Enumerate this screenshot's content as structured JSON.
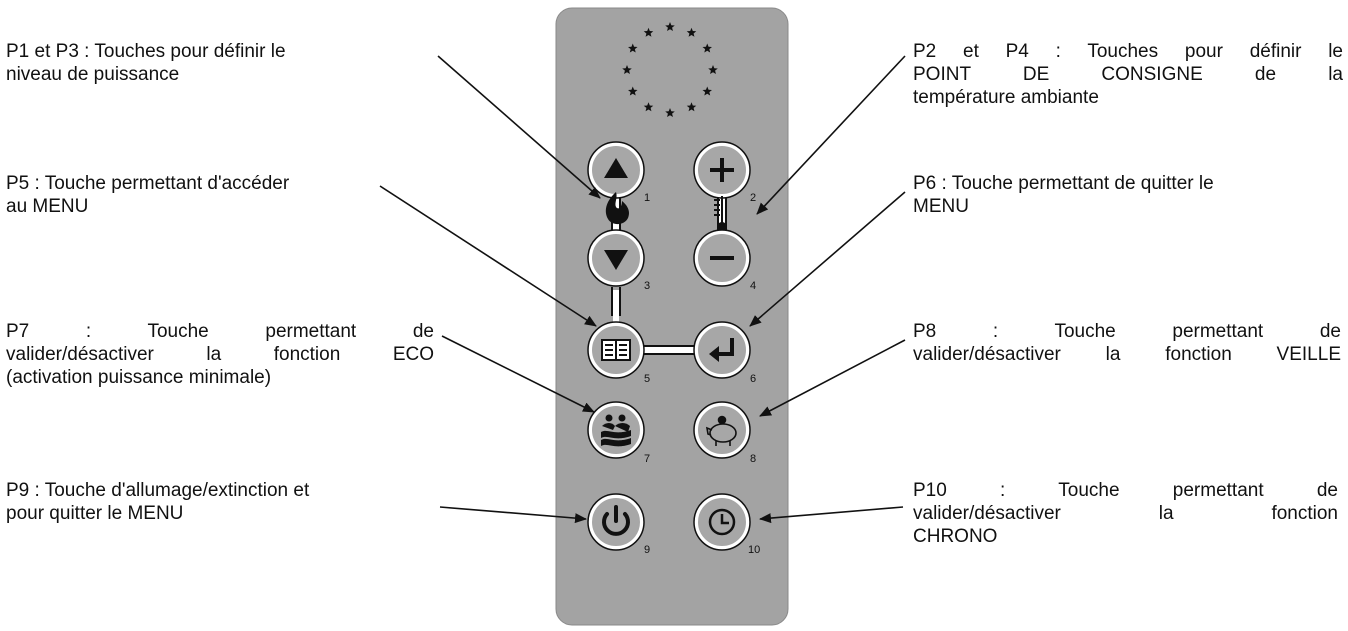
{
  "labels": {
    "p1_p3": [
      "P1 et P3 : Touches pour définir le",
      "niveau de puissance"
    ],
    "p2_p4": [
      "P2 et P4 : Touches pour définir le",
      "POINT DE CONSIGNE de la",
      "température ambiante"
    ],
    "p5": [
      "P5 : Touche permettant d'accéder",
      "au MENU"
    ],
    "p6": [
      "P6 : Touche permettant de quitter le",
      "MENU"
    ],
    "p7": [
      "P7 : Touche permettant de",
      "valider/désactiver la fonction ECO",
      "(activation puissance minimale)"
    ],
    "p8": [
      "P8 : Touche permettant de",
      "valider/désactiver la fonction VEILLE"
    ],
    "p9": [
      "P9 : Touche d'allumage/extinction et",
      "pour quitter le MENU"
    ],
    "p10": [
      "P10 : Touche permettant de",
      "valider/désactiver la fonction",
      "CHRONO"
    ]
  },
  "button_numbers": {
    "b1": "1",
    "b2": "2",
    "b3": "3",
    "b4": "4",
    "b5": "5",
    "b6": "6",
    "b7": "7",
    "b8": "8",
    "b9": "9",
    "b10": "10"
  },
  "icons": {
    "b1": "triangle-up-icon",
    "b2": "plus-icon",
    "b3": "triangle-down-icon",
    "b4": "minus-icon",
    "b5": "book-icon",
    "b6": "enter-arrow-icon",
    "b7": "eco-people-icon",
    "b8": "piggy-bank-icon",
    "b9": "power-icon",
    "b10": "clock-icon",
    "flame": "flame-icon",
    "thermometer": "thermometer-icon",
    "emblem": "eu-stars-icon"
  },
  "colors": {
    "remote_body": "#a3a3a3",
    "button_fill": "#a7a7a7",
    "line": "#111111"
  }
}
